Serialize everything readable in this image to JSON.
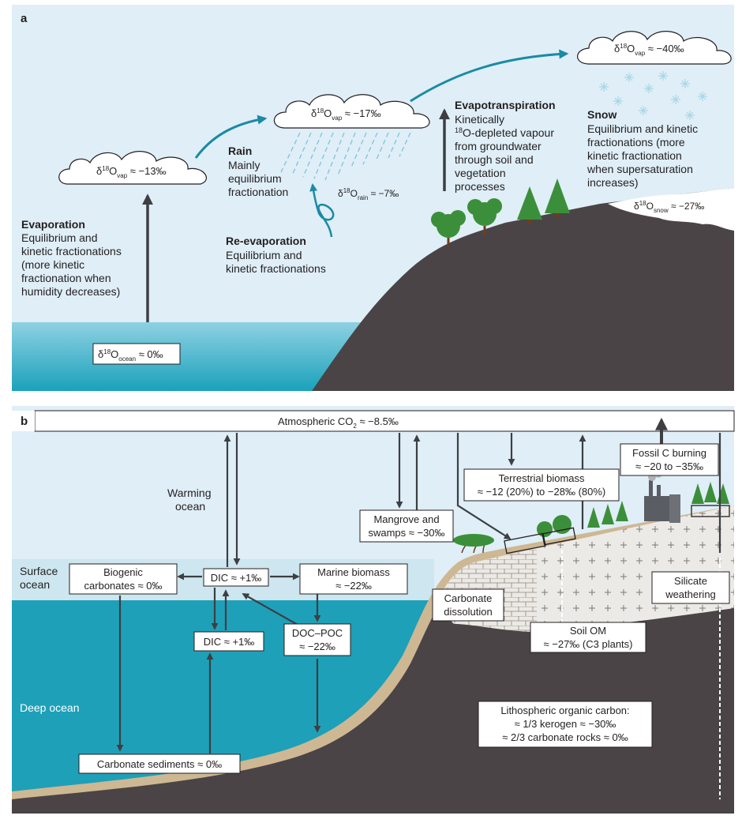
{
  "panel_a": {
    "label": "a",
    "cloud_ocean_vapour": {
      "delta": "δ",
      "mass": "18",
      "elem": "O",
      "sub": "vap",
      "value": " ≈ −13‰"
    },
    "cloud_rain_vapour": {
      "delta": "δ",
      "mass": "18",
      "elem": "O",
      "sub": "vap",
      "value": " ≈ −17‰"
    },
    "cloud_snow_vapour": {
      "delta": "δ",
      "mass": "18",
      "elem": "O",
      "sub": "vap",
      "value": " ≈ −40‰"
    },
    "evaporation": {
      "title": "Evaporation",
      "lines": [
        "Equilibrium and",
        "kinetic fractionations",
        "(more kinetic",
        "fractionation when",
        "humidity decreases)"
      ]
    },
    "rain": {
      "title": "Rain",
      "lines": [
        "Mainly",
        "equilibrium",
        "fractionation"
      ]
    },
    "rain_value": {
      "delta": "δ",
      "mass": "18",
      "elem": "O",
      "sub": "rain",
      "value": " ≈ −7‰"
    },
    "reevaporation": {
      "title": "Re-evaporation",
      "lines": [
        "Equilibrium and",
        "kinetic fractionations"
      ]
    },
    "evapotranspiration": {
      "title": "Evapotranspiration",
      "lines": [
        "Kinetically",
        "O-depleted vapour",
        "from groundwater",
        "through soil and",
        "vegetation",
        "processes"
      ],
      "mass": "18"
    },
    "snow": {
      "title": "Snow",
      "lines": [
        "Equilibrium and kinetic",
        "fractionations (more",
        "kinetic fractionation",
        "when supersaturation",
        "increases)"
      ]
    },
    "snow_value": {
      "delta": "δ",
      "mass": "18",
      "elem": "O",
      "sub": "snow",
      "value": " ≈ −27‰"
    },
    "ocean_value": {
      "delta": "δ",
      "mass": "18",
      "elem": "O",
      "sub": "ocean",
      "value": " ≈ 0‰"
    }
  },
  "panel_b": {
    "label": "b",
    "atmos": {
      "text": "Atmospheric CO",
      "sub": "2",
      "value": " ≈ −8.5‰"
    },
    "warming_ocean": [
      "Warming",
      "ocean"
    ],
    "surface_ocean": [
      "Surface",
      "ocean"
    ],
    "deep_ocean": "Deep ocean",
    "biogenic_carbonates": [
      "Biogenic",
      "carbonates ≈ 0‰"
    ],
    "dic_surface": "DIC ≈ +1‰",
    "marine_biomass": [
      "Marine biomass",
      "≈ −22‰"
    ],
    "dic_deep": "DIC ≈ +1‰",
    "doc_poc": [
      "DOC–POC",
      "≈ −22‰"
    ],
    "carbonate_sediments": "Carbonate sediments ≈ 0‰",
    "mangrove": [
      "Mangrove and",
      "swamps ≈ −30‰"
    ],
    "terrestrial_biomass": [
      "Terrestrial biomass",
      "≈ −12 (20%) to −28‰ (80%)"
    ],
    "fossil": [
      "Fossil C burning",
      "≈ −20 to −35‰"
    ],
    "carbonate_dissolution": [
      "Carbonate",
      "dissolution"
    ],
    "silicate_weathering": [
      "Silicate",
      "weathering"
    ],
    "soil_om": [
      "Soil OM",
      "≈ −27‰ (C3 plants)"
    ],
    "lithospheric": [
      "Lithospheric organic carbon:",
      "≈ 1/3 kerogen ≈ −30‰",
      "≈ 2/3 carbonate rocks ≈ 0‰"
    ]
  },
  "colors": {
    "sky": "#dfeef7",
    "ocean_surface": "#cde6ef",
    "ocean_deep": "#1ea0b8",
    "land": "#4a4446",
    "sediment": "#cdb893",
    "arrow_dark": "#3d3f42",
    "arrow_teal": "#1b8aa3",
    "rain": "#7fc3db",
    "tree": "#3c8f3a"
  }
}
